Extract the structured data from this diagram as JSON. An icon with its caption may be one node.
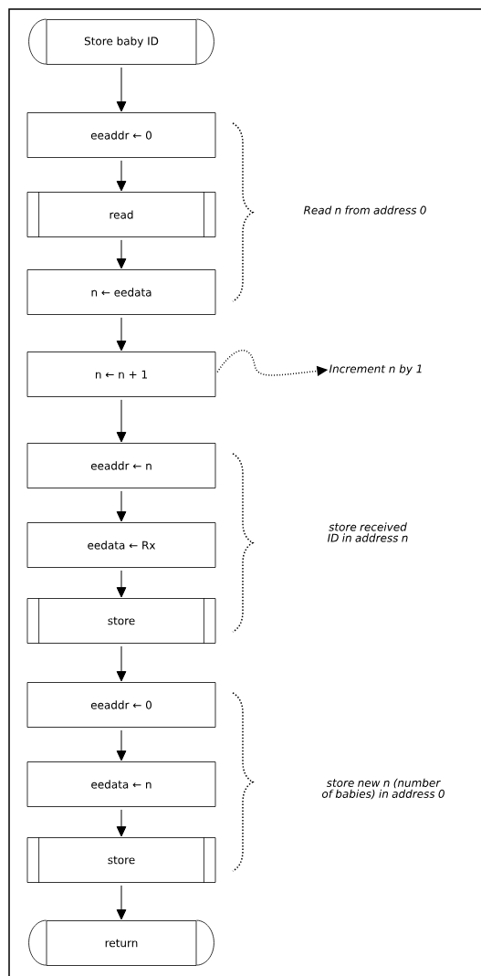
{
  "diagram": {
    "nodes": [
      {
        "text": [
          "Store baby ID"
        ]
      },
      {
        "text": [
          "eeaddr ← 0"
        ]
      },
      {
        "text": [
          "read"
        ]
      },
      {
        "text": [
          "n ← eedata"
        ]
      },
      {
        "text": [
          "n ← n + 1"
        ]
      },
      {
        "text": [
          "eeaddr ← n"
        ]
      },
      {
        "text": [
          "eedata ← Rx"
        ]
      },
      {
        "text": [
          "store"
        ]
      },
      {
        "text": [
          "eeaddr ← 0"
        ]
      },
      {
        "text": [
          "eedata ← n"
        ]
      },
      {
        "text": [
          "store"
        ]
      },
      {
        "text": [
          "return"
        ]
      },
      {
        "text": [
          "Increment n by 1"
        ]
      }
    ],
    "edges": [
      {
        "from": 0,
        "to": 1,
        "arrow": "to"
      },
      {
        "from": 1,
        "to": 2,
        "arrow": "to"
      },
      {
        "from": 2,
        "to": 3,
        "arrow": "to"
      },
      {
        "from": 3,
        "to": 4,
        "arrow": "to"
      },
      {
        "from": 4,
        "to": 5,
        "arrow": "to"
      },
      {
        "from": 5,
        "to": 6,
        "arrow": "to"
      },
      {
        "from": 6,
        "to": 7,
        "arrow": "to"
      },
      {
        "from": 7,
        "to": 8,
        "arrow": "to"
      },
      {
        "from": 8,
        "to": 9,
        "arrow": "to"
      },
      {
        "from": 9,
        "to": 10,
        "arrow": "to"
      },
      {
        "from": 10,
        "to": 11,
        "arrow": "to"
      },
      {
        "from": 4,
        "to": 12,
        "arrow": "to",
        "style": "dashed"
      }
    ],
    "labels": [
      "Read n from address 0",
      "store received ID in address n",
      "store new n (number of babies) in address 0"
    ]
  }
}
